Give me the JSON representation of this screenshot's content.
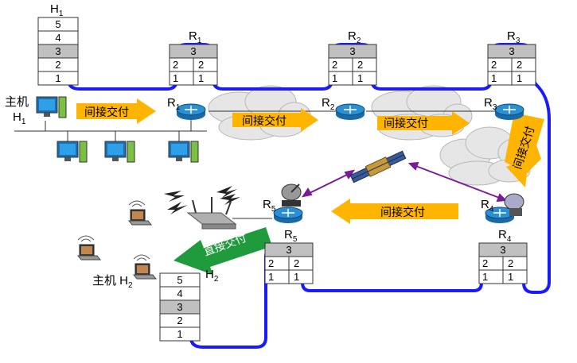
{
  "host_h1": {
    "letter": "H",
    "sub": "1",
    "layers": [
      "5",
      "4",
      "3",
      "2",
      "1"
    ]
  },
  "host_h2": {
    "letter": "H",
    "sub": "2",
    "layers": [
      "5",
      "4",
      "3",
      "2",
      "1"
    ]
  },
  "router_stacks": [
    {
      "letter": "R",
      "sub": "1",
      "top": "3",
      "rows": [
        [
          "2",
          "2"
        ],
        [
          "1",
          "1"
        ]
      ]
    },
    {
      "letter": "R",
      "sub": "2",
      "top": "3",
      "rows": [
        [
          "2",
          "2"
        ],
        [
          "1",
          "1"
        ]
      ]
    },
    {
      "letter": "R",
      "sub": "3",
      "top": "3",
      "rows": [
        [
          "2",
          "2"
        ],
        [
          "1",
          "1"
        ]
      ]
    },
    {
      "letter": "R",
      "sub": "5",
      "top": "3",
      "rows": [
        [
          "2",
          "2"
        ],
        [
          "1",
          "1"
        ]
      ]
    },
    {
      "letter": "R",
      "sub": "4",
      "top": "3",
      "rows": [
        [
          "2",
          "2"
        ],
        [
          "1",
          "1"
        ]
      ]
    }
  ],
  "router_icon_labels": [
    {
      "letter": "R",
      "sub": "1"
    },
    {
      "letter": "R",
      "sub": "2"
    },
    {
      "letter": "R",
      "sub": "3"
    },
    {
      "letter": "R",
      "sub": "4"
    },
    {
      "letter": "R",
      "sub": "5"
    }
  ],
  "host_h1_label": {
    "word": "主机",
    "letter": "H",
    "sub": "1"
  },
  "host_h2_label": {
    "word": "主机 H",
    "sub": "2"
  },
  "arrows": {
    "indirect": "间接交付",
    "direct": "直接交付"
  },
  "colors": {
    "path": "#1a1aff",
    "indirect_arrow": "#ffb400",
    "direct_arrow": "#1f9a3c",
    "highlight_row": "#c0c0c0",
    "router_blue": "#2b8fd6",
    "satellite_link": "#7a1a9a"
  }
}
